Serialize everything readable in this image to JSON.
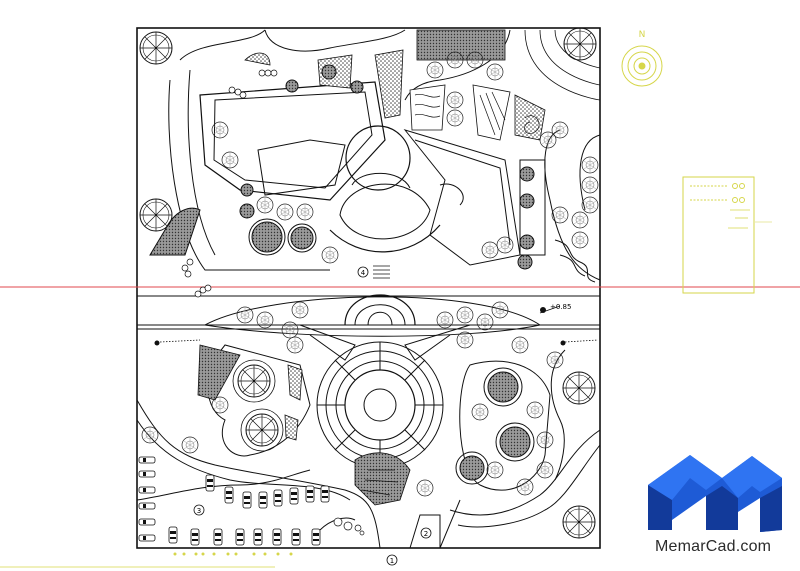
{
  "plan": {
    "north_label": "N",
    "zone_numbers": [
      "1",
      "2",
      "3",
      "4"
    ],
    "elevation_label": "+0.85",
    "legend_rows": [
      "",
      "",
      "",
      ""
    ]
  },
  "brand": {
    "name_prefix": "Memar",
    "name_suffix": "Cad",
    "domain_suffix": ".com",
    "logo_icon": "memarcad-m-logo-icon",
    "logo_color": "#1e5bd6",
    "logo_dark": "#123a9a"
  },
  "colors": {
    "guide_line": "#e0474c",
    "annotation": "#d6d64a",
    "line": "#1c1c1c"
  }
}
